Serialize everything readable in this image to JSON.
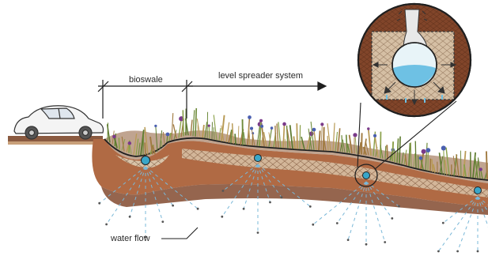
{
  "labels": {
    "bioswale": "bioswale",
    "level_spreader": "level spreader system",
    "water_flow": "water flow"
  },
  "colors": {
    "soil_dark": "#6b3a22",
    "soil_mid": "#9a5a3a",
    "soil_light": "#c98a60",
    "gravel": "#d9c3a8",
    "grass_green": "#6d8a3a",
    "grass_tan": "#b89a55",
    "flower_blue": "#4a5fb0",
    "flower_purple": "#7a3a8a",
    "water_blue": "#6ec1e4",
    "pipe_teal": "#3aa6c8",
    "line_dark": "#222222"
  },
  "icons": [
    "car-icon",
    "perforated-pipe-icon",
    "water-droplet-icon",
    "arrow-icon"
  ]
}
